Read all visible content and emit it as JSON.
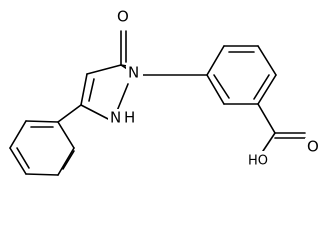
{
  "molecule": {
    "atoms": {
      "carbonyl_oxygen": "O",
      "ring_nitrogen_1": "N",
      "ring_nitrogen_2": "N",
      "nh_hydrogen": "H",
      "carboxyl_oxygen_double": "O",
      "carboxyl_hydroxyl": "HO"
    }
  }
}
